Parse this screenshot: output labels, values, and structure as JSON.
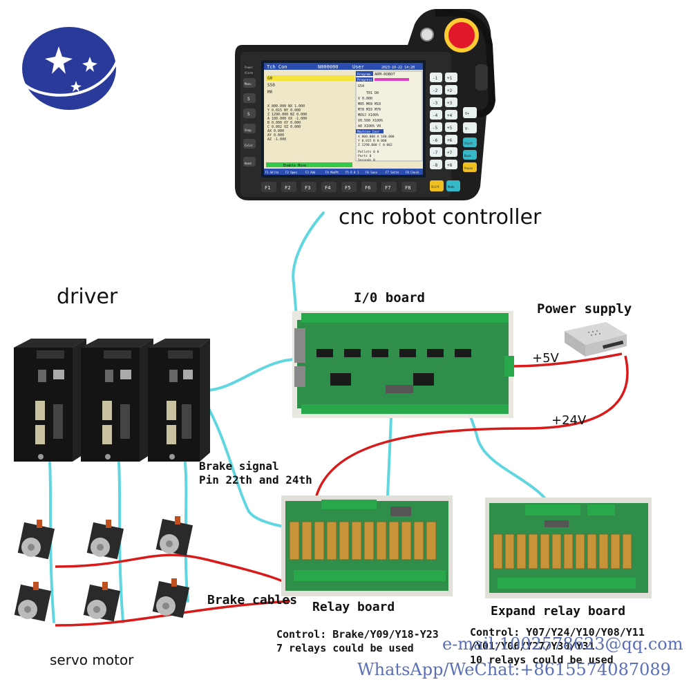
{
  "labels": {
    "controller": "cnc robot controller",
    "driver": "driver",
    "io_board": "I/0 board",
    "power_supply": "Power supply",
    "plus5v": "+5V",
    "plus24v": "+24V",
    "brake_signal_1": "Brake signal",
    "brake_signal_2": "Pin 22th and 24th",
    "brake_cables": "Brake cables",
    "relay_board": "Relay board",
    "expand_relay_board": "Expand relay board",
    "servo_motor": "servo motor",
    "relay_control_1": "Control: Brake/Y09/Y18-Y23",
    "relay_control_2": "7 relays could be used",
    "expand_control_1": "Control: Y07/Y24/Y10/Y08/Y11",
    "expand_control_2": "/Y01/Y06/Y27/Y30/Y31",
    "expand_control_3": "10 relays could be used"
  },
  "watermark": {
    "email": "e-mail:1002578623@qq.com",
    "whatsapp": "WhatsApp/WeChat:+8615574087089"
  },
  "controller_screen": {
    "title_left": "Tch Con",
    "title_mid": "N000000",
    "title_right": "User",
    "date": "2023-10-22 14:20",
    "program_label": "Program",
    "program_name": "ARM-ROBOT",
    "progress_label": "Progress",
    "lines": [
      "G0",
      "S50",
      "M0"
    ],
    "coord_g": "G54",
    "tool": "T01 D0",
    "feed": "V 0.000",
    "mcodes_1": "M05  M09  M10",
    "mcodes_2": "M78  M33  M70",
    "move_1": "MOVJ  X100%",
    "move_2": "V0.500  X100%",
    "move_3": "A0  X100% V0",
    "machine_label": "Machine Coor",
    "mx": "X  800.000 A  180.000",
    "my": "Y  0.015 B  0.000",
    "mz": "Z  1290.000 C  0.002",
    "f1": "Pallets  0 0",
    "f2": "Parts  0",
    "f3": "Seconds  0",
    "left_block": [
      "X  800.000   NX  1.000",
      "Y  0.015    NY  0.000",
      "Z  1290.000  NZ  0.000",
      "A  180.000   OX  -1.000",
      "B  0.000   OY  0.000",
      "C  0.002   OZ  0.000",
      "          AX  0.000",
      "          AY  0.000",
      "          AZ  -1.000"
    ],
    "status_bar": "Enable Move",
    "softkeys": [
      "F1 Write",
      "F2 Open",
      "F3 Add",
      "F4 ModPt",
      "F5 R 0 1",
      "F6 Save",
      "F7 Settn",
      "F8 Check"
    ],
    "fkeys": [
      "F1",
      "F2",
      "F3",
      "F4",
      "F5",
      "F6",
      "F7",
      "F8"
    ],
    "left_keys": [
      "Power",
      "Alarm",
      "Manu",
      "S",
      "S",
      "Step",
      "Color",
      "Hand"
    ],
    "right_keys_minus": [
      "-1",
      "-2",
      "-3",
      "-4",
      "-5",
      "-6",
      "-7",
      "-8"
    ],
    "right_keys_plus": [
      "+1",
      "+2",
      "+3",
      "+4",
      "+5",
      "+6",
      "+7",
      "+8"
    ],
    "side_keys": [
      "V+",
      "V-",
      "Start",
      "Back",
      "Pause"
    ],
    "bottom_right_keys": [
      "Shift",
      "Mode"
    ]
  },
  "colors": {
    "wire_cyan": "#5fd6e0",
    "wire_red": "#d81a1a",
    "pcb_green": "#2f8f4a",
    "terminal_green": "#28a84a",
    "relay_amber": "#c8943a",
    "logo_blue": "#2a3a9a",
    "estop_red": "#e0182a"
  },
  "icons": [
    "logo-star-icon",
    "estop-icon",
    "key-switch-icon"
  ]
}
